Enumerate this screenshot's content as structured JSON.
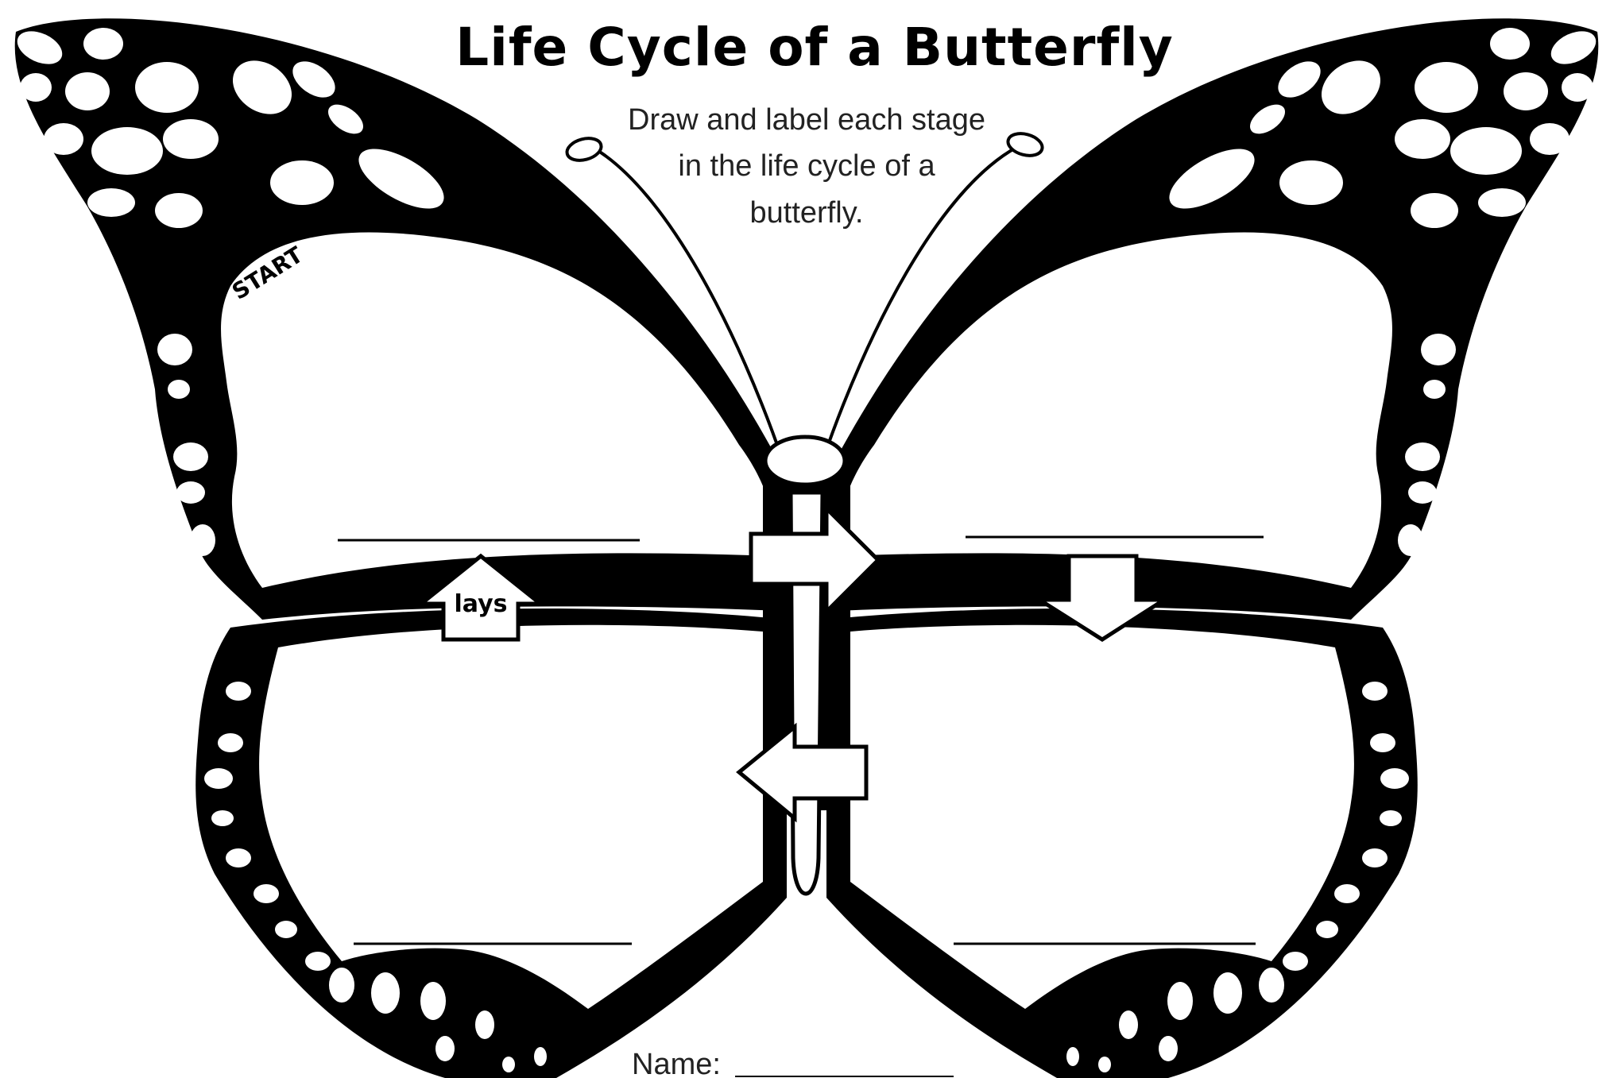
{
  "title": "Life Cycle of a Butterfly",
  "instructions": {
    "line1": "Draw and label each stage",
    "line2": "in the life cycle of a",
    "line3": "butterfly."
  },
  "start_label": "START",
  "arrow_label": "lays",
  "name_label": "Name:",
  "colors": {
    "ink": "#000000",
    "paper": "#ffffff"
  }
}
